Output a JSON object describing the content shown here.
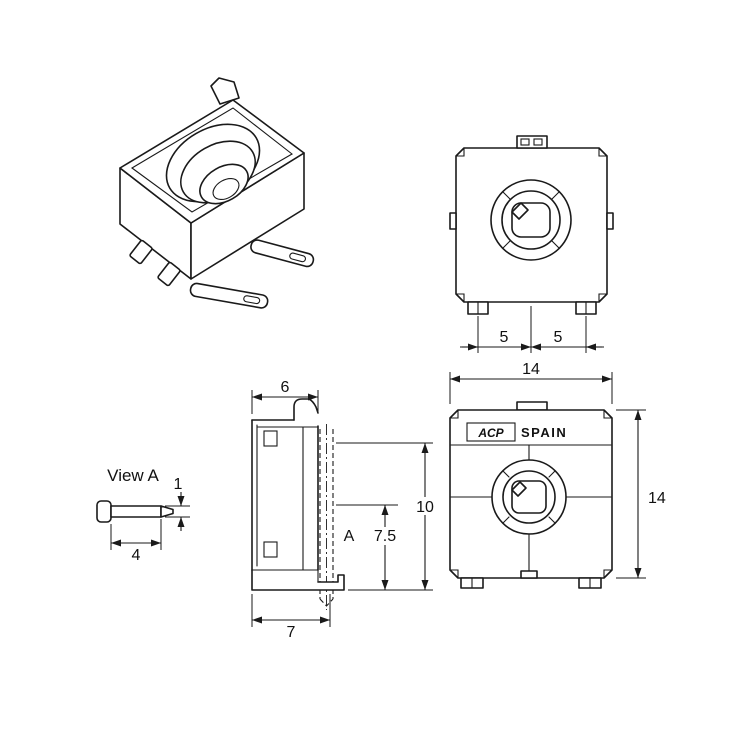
{
  "drawing": {
    "top_view": {
      "dim_pin_left": "5",
      "dim_pin_right": "5"
    },
    "front_view": {
      "dim_width": "14",
      "dim_height": "14",
      "brand": "ACP",
      "country": "SPAIN"
    },
    "side_view": {
      "dim_depth_top": "6",
      "dim_depth_bottom": "7",
      "dim_height": "10",
      "dim_pin_height": "7.5",
      "detail_label": "A"
    },
    "detail_a": {
      "title": "View A",
      "dim_thickness": "1",
      "dim_length": "4"
    }
  }
}
